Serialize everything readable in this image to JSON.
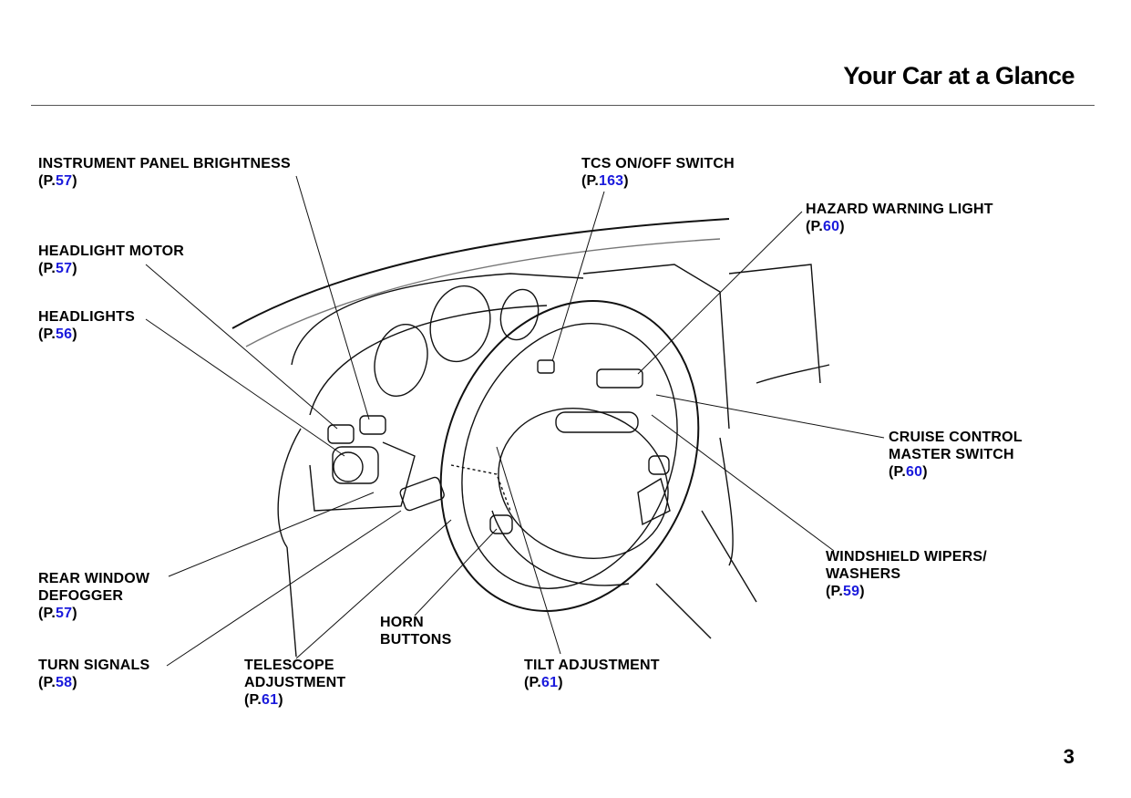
{
  "header": {
    "title": "Your Car at a Glance"
  },
  "page_number": "3",
  "link_color": "#1a1adc",
  "labels": [
    {
      "id": "instrument-panel-brightness",
      "lines": [
        "INSTRUMENT PANEL BRIGHTNESS"
      ],
      "page": "57"
    },
    {
      "id": "headlight-motor",
      "lines": [
        "HEADLIGHT MOTOR"
      ],
      "page": "57"
    },
    {
      "id": "headlights",
      "lines": [
        "HEADLIGHTS"
      ],
      "page": "56"
    },
    {
      "id": "tcs-switch",
      "lines": [
        "TCS ON/OFF SWITCH"
      ],
      "page": "163"
    },
    {
      "id": "hazard-warning-light",
      "lines": [
        "HAZARD WARNING LIGHT"
      ],
      "page": "60"
    },
    {
      "id": "cruise-control-master-switch",
      "lines": [
        "CRUISE CONTROL",
        "MASTER SWITCH"
      ],
      "page": "60"
    },
    {
      "id": "windshield-wipers",
      "lines": [
        "WINDSHIELD WIPERS/",
        "WASHERS"
      ],
      "page": "59"
    },
    {
      "id": "rear-window-defogger",
      "lines": [
        "REAR WINDOW",
        "DEFOGGER"
      ],
      "page": "57"
    },
    {
      "id": "turn-signals",
      "lines": [
        "TURN SIGNALS"
      ],
      "page": "58"
    },
    {
      "id": "telescope-adjustment",
      "lines": [
        "TELESCOPE",
        "ADJUSTMENT"
      ],
      "page": "61"
    },
    {
      "id": "horn-buttons",
      "lines": [
        "HORN",
        "BUTTONS"
      ],
      "page": null
    },
    {
      "id": "tilt-adjustment",
      "lines": [
        "TILT ADJUSTMENT"
      ],
      "page": "61"
    }
  ]
}
